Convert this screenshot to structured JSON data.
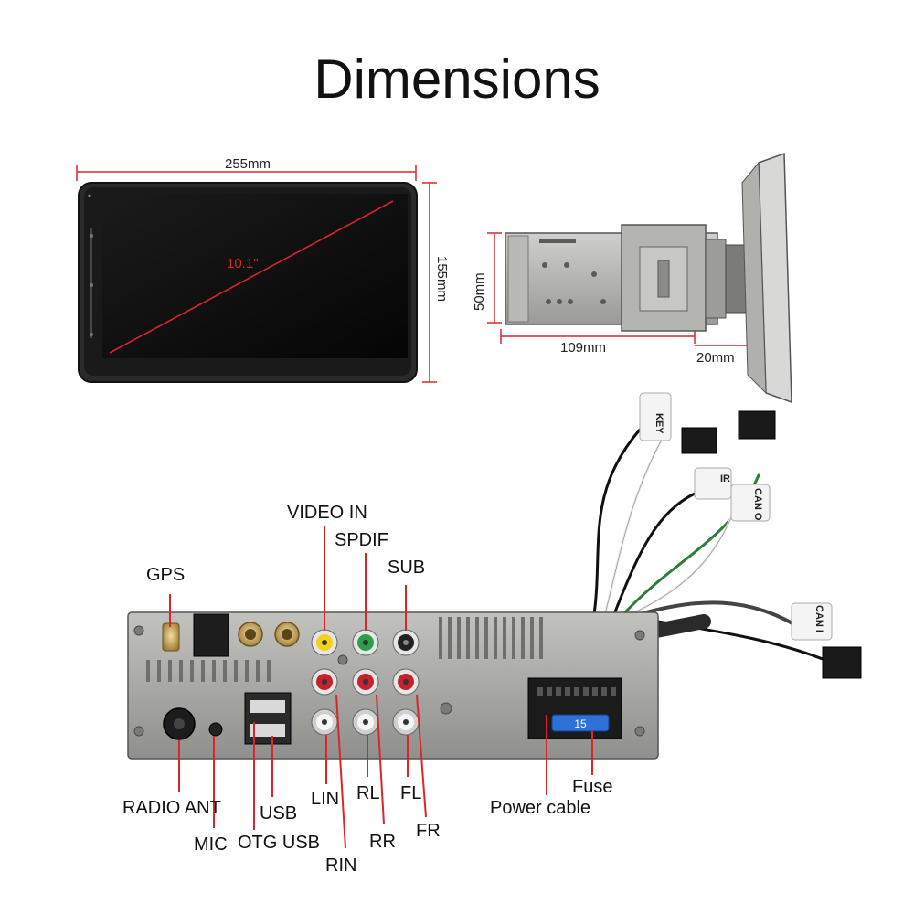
{
  "title": "Dimensions",
  "front_view": {
    "width": "255mm",
    "height": "155mm",
    "diagonal": "10.1\""
  },
  "side_view": {
    "height": "50mm",
    "depth": "109mm",
    "protrusion": "20mm"
  },
  "harness_tags": [
    "KEY",
    "IR",
    "CAN O",
    "CAN I"
  ],
  "fuse_rating": "15",
  "ports": {
    "gps": "GPS",
    "video_in": "VIDEO IN",
    "spdif": "SPDIF",
    "sub": "SUB",
    "radio_ant": "RADIO ANT",
    "mic": "MIC",
    "otg_usb": "OTG USB",
    "usb": "USB",
    "lin": "LIN",
    "rin": "RIN",
    "rl": "RL",
    "rr": "RR",
    "fl": "FL",
    "fr": "FR",
    "fuse": "Fuse",
    "power_cable": "Power cable"
  },
  "colors": {
    "dimension_line": "#d9262c",
    "leader_line": "#d9262c",
    "screen": "#0b0b0b",
    "chassis": "#a9a9a6",
    "rca_red": "#c8202c",
    "rca_white": "#f2f2f2",
    "rca_yellow": "#f0d21c",
    "rca_green": "#2f9e4a",
    "rca_black": "#222222",
    "fuse_blue": "#2f6fd6"
  }
}
